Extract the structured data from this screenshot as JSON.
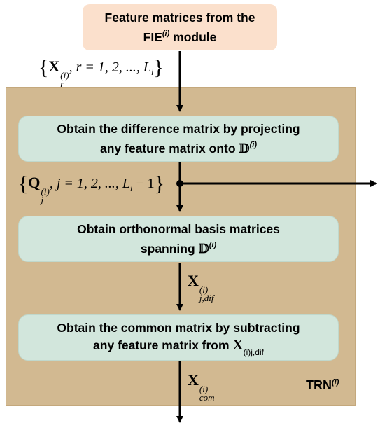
{
  "top_box": {
    "line1": "Feature matrices from the",
    "line2_prefix": "FIE",
    "line2_sup": "(i)",
    "line2_suffix": " module"
  },
  "step1": {
    "line1": "Obtain the difference matrix by projecting",
    "line2_prefix": "any feature matrix onto ",
    "line2_symbol": "𝔻",
    "line2_sup": "(i)"
  },
  "step2": {
    "line1": "Obtain orthonormal basis matrices",
    "line2_prefix": "spanning ",
    "line2_symbol": "𝔻",
    "line2_sup": "(i)"
  },
  "step3": {
    "line1": "Obtain the common matrix by subtracting",
    "line2_prefix": "any feature matrix from ",
    "line2_symbol": "X",
    "line2_sup": "(i)",
    "line2_sub": "j,dif"
  },
  "labels": {
    "input_set": {
      "open": "{",
      "symbol": "X",
      "sup": "(i)",
      "sub": "r",
      "rest": ", r = 1, 2, ..., ",
      "last": "L",
      "last_sub": "i",
      "close": "}"
    },
    "q_set": {
      "open": "{",
      "symbol": "Q",
      "sup": "(i)",
      "sub": "j",
      "rest": ", j = 1, 2, ..., ",
      "last": "L",
      "last_sub": "i",
      "tail": " − 1",
      "close": "}"
    },
    "x_dif": {
      "symbol": "X",
      "sup": "(i)",
      "sub": "j,dif"
    },
    "x_com": {
      "symbol": "X",
      "sup": "(i)",
      "sub": "com"
    }
  },
  "module_label": {
    "text": "TRN",
    "sup": "(i)"
  },
  "colors": {
    "module_bg": "#d2b991",
    "top_box": "#fbe0cc",
    "step_box": "#d2e6dc",
    "arrow": "#000000"
  }
}
